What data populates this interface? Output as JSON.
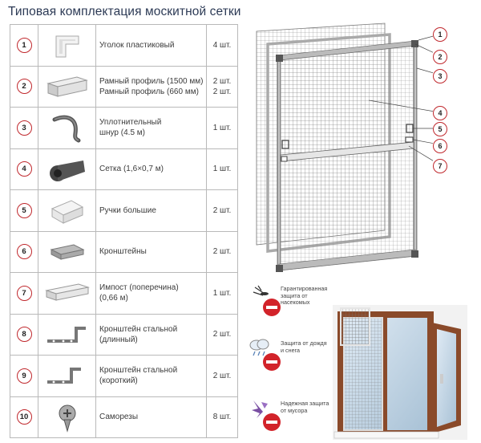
{
  "title": "Типовая комплектация москитной сетки",
  "items": [
    {
      "num": "1",
      "name_lines": [
        "Уголок пластиковый"
      ],
      "qty_lines": [
        "4 шт."
      ],
      "icon": "plastic-corner-icon"
    },
    {
      "num": "2",
      "name_lines": [
        "Рамный профиль (1500 мм)",
        "Рамный профиль (660 мм)"
      ],
      "qty_lines": [
        "2 шт.",
        "2 шт."
      ],
      "icon": "frame-profile-icon"
    },
    {
      "num": "3",
      "name_lines": [
        "Уплотнительный",
        "шнур (4.5 м)"
      ],
      "qty_lines": [
        "1 шт."
      ],
      "icon": "seal-cord-icon"
    },
    {
      "num": "4",
      "name_lines": [
        "Сетка (1,6×0,7 м)"
      ],
      "qty_lines": [
        "1 шт."
      ],
      "icon": "mesh-roll-icon"
    },
    {
      "num": "5",
      "name_lines": [
        "Ручки большие"
      ],
      "qty_lines": [
        "2 шт."
      ],
      "icon": "handle-icon"
    },
    {
      "num": "6",
      "name_lines": [
        "Кронштейны"
      ],
      "qty_lines": [
        "2 шт."
      ],
      "icon": "bracket-icon"
    },
    {
      "num": "7",
      "name_lines": [
        "Импост (поперечина)",
        "(0,66 м)"
      ],
      "qty_lines": [
        "1 шт."
      ],
      "icon": "crossbar-icon"
    },
    {
      "num": "8",
      "name_lines": [
        "Кронштейн стальной",
        "(длинный)"
      ],
      "qty_lines": [
        "2 шт."
      ],
      "icon": "steel-bracket-long-icon"
    },
    {
      "num": "9",
      "name_lines": [
        "Кронштейн стальной",
        "(короткий)"
      ],
      "qty_lines": [
        "2 шт."
      ],
      "icon": "steel-bracket-short-icon"
    },
    {
      "num": "10",
      "name_lines": [
        "Саморезы"
      ],
      "qty_lines": [
        "8 шт."
      ],
      "icon": "screw-icon"
    }
  ],
  "callouts": [
    "1",
    "2",
    "3",
    "4",
    "5",
    "6",
    "7"
  ],
  "badges": [
    {
      "lines": [
        "Гарантированная",
        "защита от",
        "насекомых"
      ],
      "icon": "mosquito-icon"
    },
    {
      "lines": [
        "Защита от дождя",
        "и снега"
      ],
      "icon": "rain-cloud-icon"
    },
    {
      "lines": [
        "Надежная защита",
        "от мусора"
      ],
      "icon": "leaf-icon"
    }
  ],
  "colors": {
    "accent_red": "#c0282d",
    "title": "#2c3a55",
    "frame": "#8a8a8a",
    "wood": "#8a4a2a"
  }
}
